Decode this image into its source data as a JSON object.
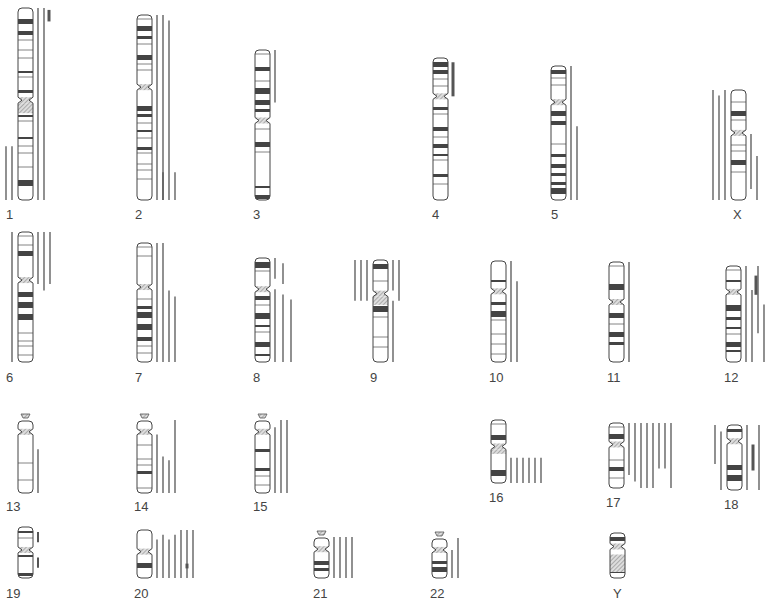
{
  "diagram": {
    "labels": [
      "1",
      "2",
      "3",
      "4",
      "5",
      "X",
      "6",
      "7",
      "8",
      "9",
      "10",
      "11",
      "12",
      "13",
      "14",
      "15",
      "16",
      "17",
      "18",
      "19",
      "20",
      "21",
      "22",
      "Y"
    ]
  }
}
